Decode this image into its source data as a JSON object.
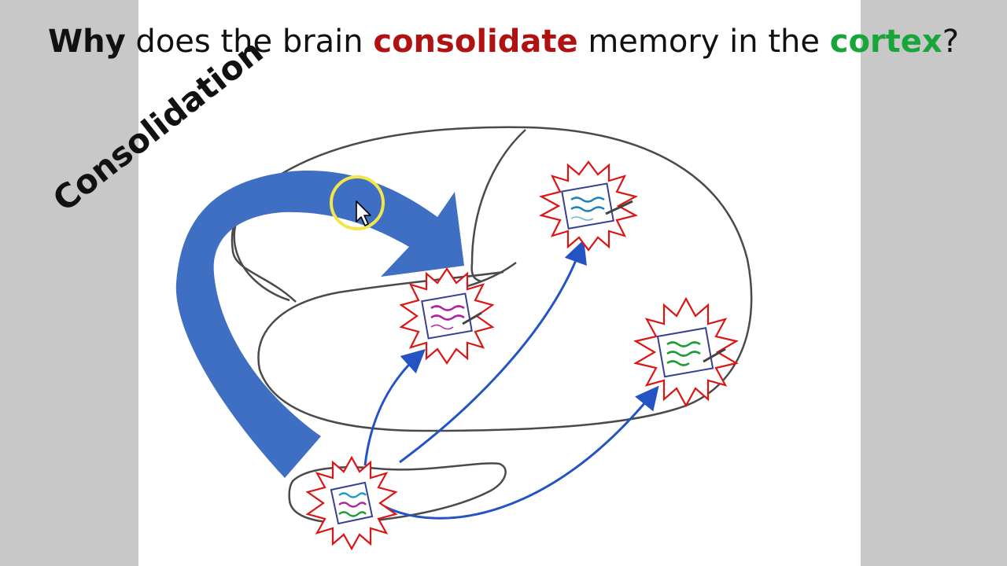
{
  "title": {
    "word_why": "Why",
    "text_1": " does the brain ",
    "word_consolidate": "consolidate",
    "text_2": " memory in the ",
    "word_cortex": "cortex",
    "text_3": "?",
    "colors": {
      "consolidate": "#b01111",
      "cortex": "#18a53a"
    }
  },
  "diagram": {
    "arrow_label": "Consolidation",
    "colors": {
      "big_arrow": "#3f6fc2",
      "outline": "#4a4a4a",
      "star_stroke": "#dd1414",
      "pathway": "#2453c4",
      "cursor_ring": "#f2e64a"
    },
    "icons": [
      "mouse-cursor-icon",
      "memory-trace-icon"
    ]
  }
}
